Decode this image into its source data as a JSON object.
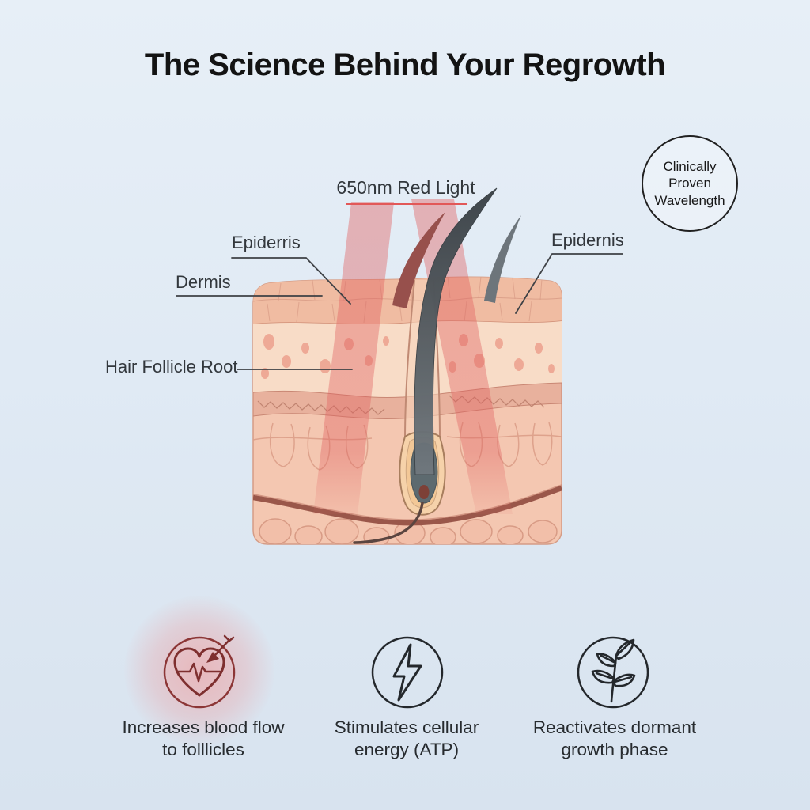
{
  "title": "The Science Behind Your Regrowth",
  "badge": {
    "line1": "Clinically",
    "line2": "Proven",
    "line3": "Wavelength"
  },
  "diagram": {
    "beam_label": "650nm Red Light",
    "label_epidermis_left": "Epiderris",
    "label_dermis": "Dermis",
    "label_follicle": "Hair Follicle Root",
    "label_epidermis_right": "Epidernis"
  },
  "benefits": [
    {
      "icon": "heart-pulse-icon",
      "line1": "Increases blood flow",
      "line2": "to folllicles"
    },
    {
      "icon": "lightning-bolt-icon",
      "line1": "Stimulates cellular",
      "line2": "energy (ATP)"
    },
    {
      "icon": "plant-sprout-icon",
      "line1": "Reactivates dormant",
      "line2": "growth phase"
    }
  ],
  "colors": {
    "background_top": "#e7eff7",
    "background_bottom": "#d8e3ef",
    "red_light_beam": "#e05e5e",
    "red_underline": "#e25858",
    "heart_accent": "#8c3636",
    "icon_stroke": "#24282c",
    "skin_base": "#f4c7b1",
    "text_dark": "#131313"
  }
}
